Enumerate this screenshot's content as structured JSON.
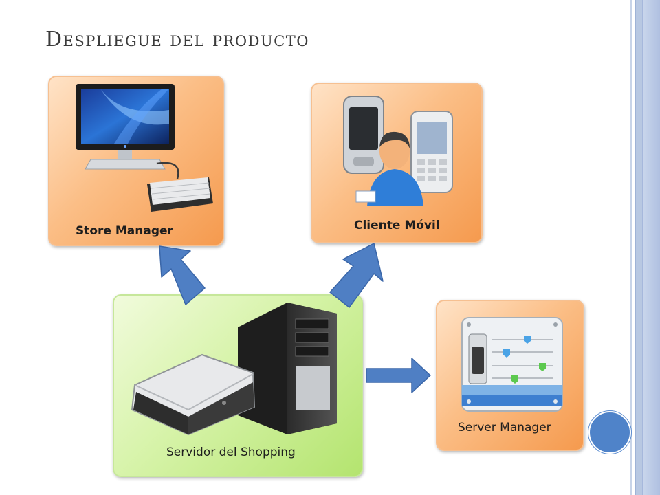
{
  "slide": {
    "title": "Despliegue del producto"
  },
  "nodes": {
    "store_manager": {
      "label": "Store Manager",
      "icon": "desktop-computer-icon"
    },
    "cliente_movil": {
      "label": "Cliente Móvil",
      "icon": "mobile-user-icon"
    },
    "servidor_shopping": {
      "label": "Servidor del Shopping",
      "icon": "server-tower-icon"
    },
    "server_manager": {
      "label": "Server Manager",
      "icon": "control-panel-icon"
    }
  },
  "edges": [
    {
      "from": "servidor_shopping",
      "to": "store_manager"
    },
    {
      "from": "servidor_shopping",
      "to": "cliente_movil"
    },
    {
      "from": "servidor_shopping",
      "to": "server_manager"
    }
  ],
  "colors": {
    "client_box": "#f9a95f",
    "server_box": "#c4ec8a",
    "arrow": "#4f7fc4"
  }
}
